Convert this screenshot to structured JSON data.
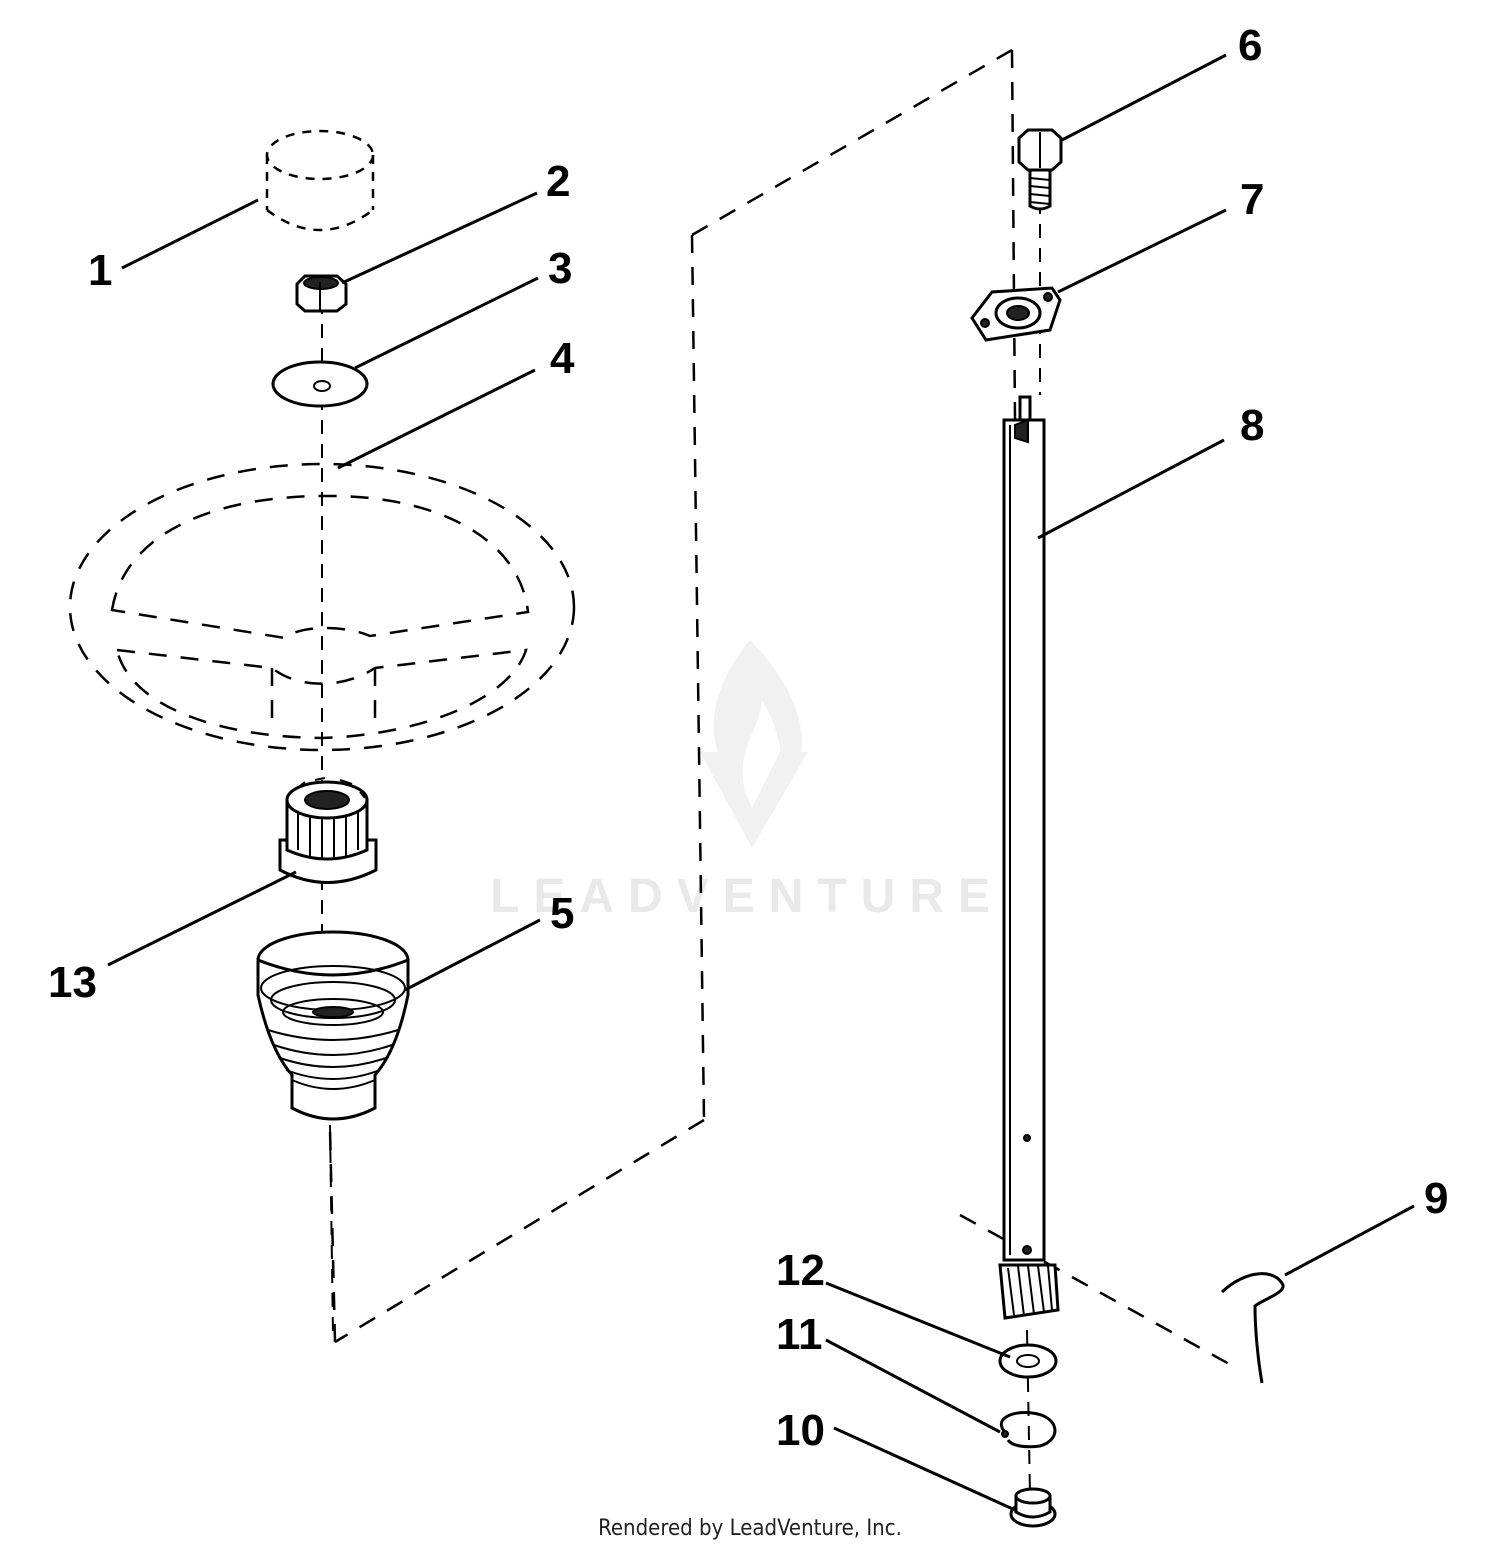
{
  "watermark": "LEADVENTURE",
  "footer": "Rendered by LeadVenture, Inc.",
  "callouts": [
    "1",
    "2",
    "3",
    "4",
    "5",
    "6",
    "7",
    "8",
    "9",
    "10",
    "11",
    "12",
    "13"
  ]
}
